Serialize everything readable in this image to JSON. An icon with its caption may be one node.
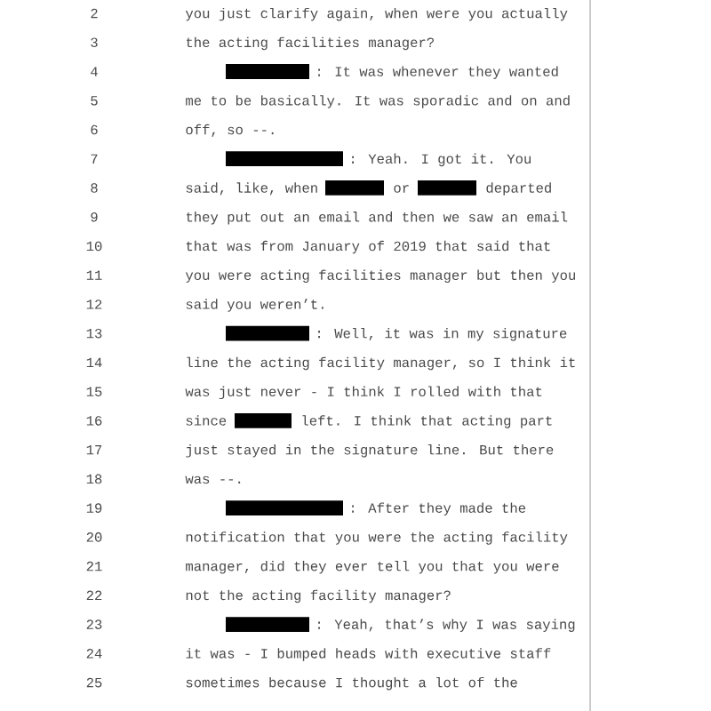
{
  "diagram": {
    "labels": [
      "2",
      "you just clarify again, when were you actually",
      "3",
      "the acting facilities manager?",
      "4",
      ": It was whenever they wanted",
      "5",
      "me to be basically. It was sporadic and on and",
      "6",
      "off, so --.",
      "7",
      ": Yeah. I got it. You",
      "8",
      "said, like, when",
      "or",
      "departed",
      "9",
      "they put out an email and then we saw an email",
      "10",
      "that was from January of 2019 that said that",
      "11",
      "you were acting facilities manager but then you",
      "12",
      "said you weren’t.",
      "13",
      ": Well, it was in my signature",
      "14",
      "line the acting facility manager, so I think it",
      "15",
      "was just never - I think I rolled with that",
      "16",
      "since",
      "left. I think that acting part",
      "17",
      "just stayed in the signature line. But there",
      "18",
      "was --.",
      "19",
      ": After they made the",
      "20",
      "notification that you were the acting facility",
      "21",
      "manager, did they ever tell you that you were",
      "22",
      "not the acting facility manager?",
      "23",
      ": Yeah, that’s why I was saying",
      "24",
      "it was - I bumped heads with executive staff",
      "25",
      "sometimes because I thought a lot of the"
    ]
  }
}
